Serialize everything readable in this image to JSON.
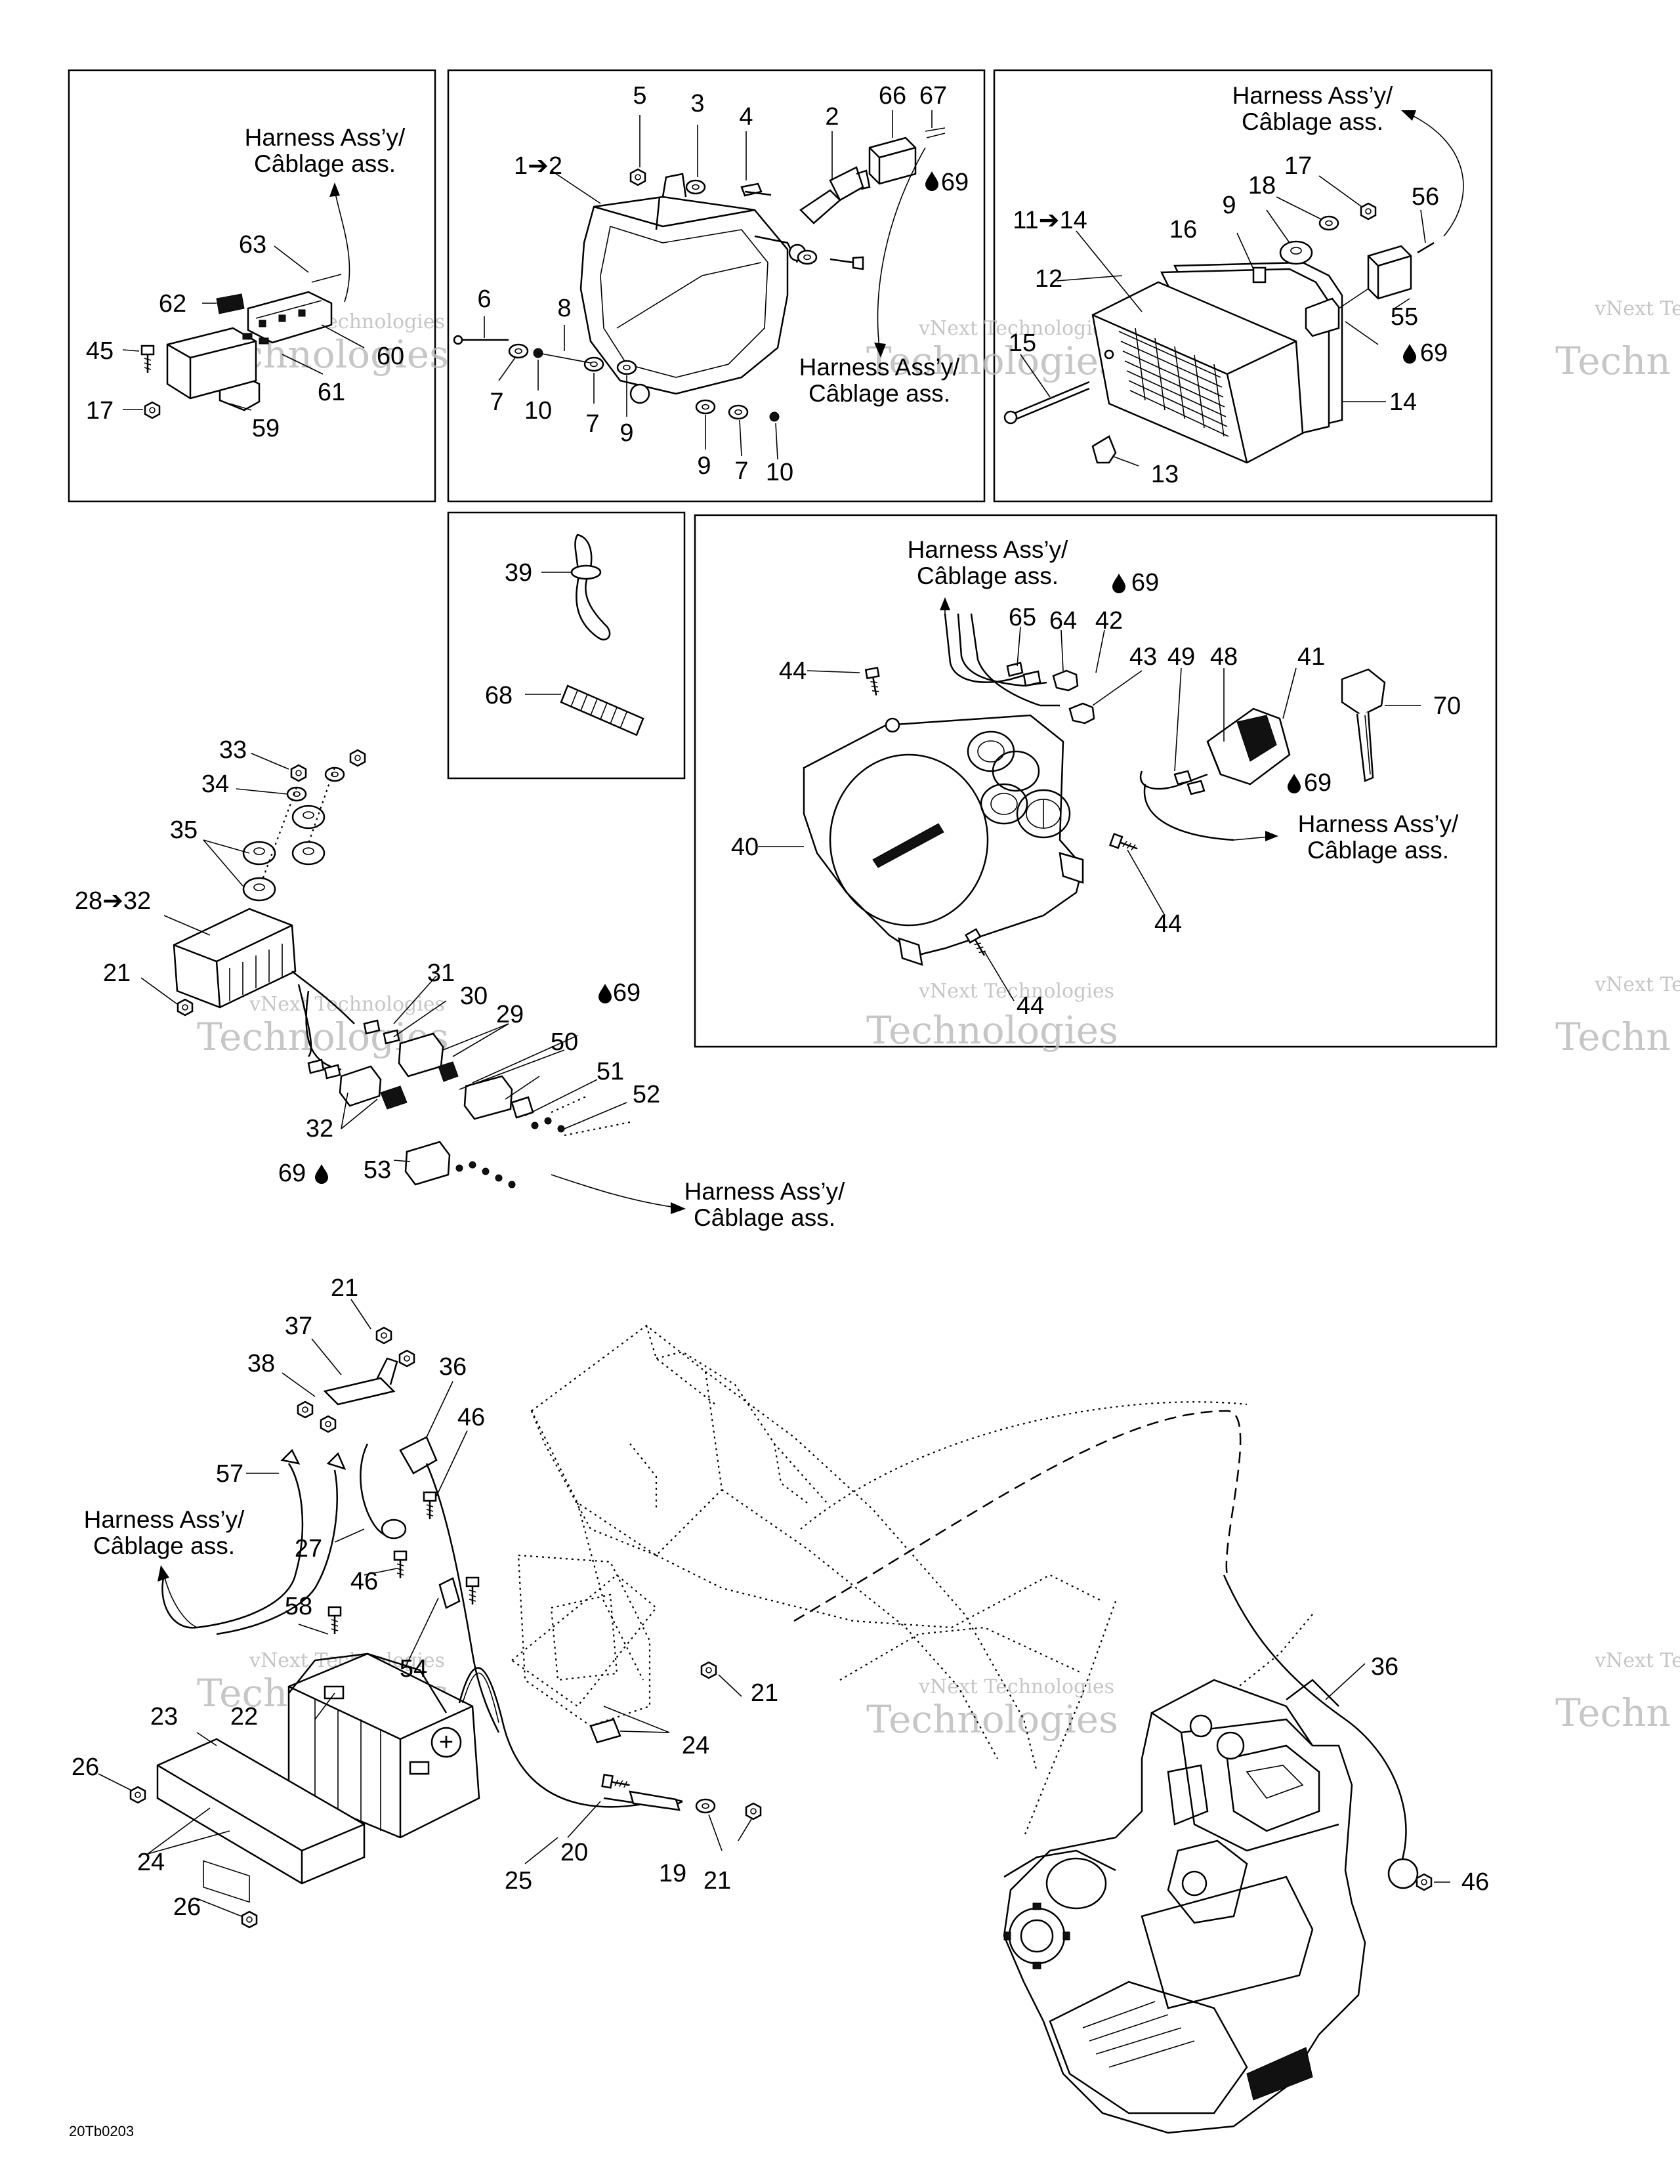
{
  "harness_caption": {
    "line1": "Harness Ass’y/",
    "line2": "Câblage ass."
  },
  "figure_code": "20Tb0203",
  "watermark": {
    "line1": "vNext Technologies",
    "line2": "Technologies",
    "partial_a": "vNext Te",
    "partial_b": "Techn"
  },
  "parts": {
    "p1": "1➔2",
    "p2": "2",
    "p3": "3",
    "p4": "4",
    "p5": "5",
    "p6": "6",
    "p7": "7",
    "p8": "8",
    "p9": "9",
    "p10": "10",
    "p11": "11➔14",
    "p12": "12",
    "p13": "13",
    "p14": "14",
    "p15": "15",
    "p16": "16",
    "p17": "17",
    "p18": "18",
    "p19": "19",
    "p20": "20",
    "p21": "21",
    "p22": "22",
    "p23": "23",
    "p24": "24",
    "p25": "25",
    "p26": "26",
    "p27": "27",
    "p28": "28➔32",
    "p29": "29",
    "p30": "30",
    "p31": "31",
    "p32": "32",
    "p33": "33",
    "p34": "34",
    "p35": "35",
    "p36": "36",
    "p37": "37",
    "p38": "38",
    "p39": "39",
    "p40": "40",
    "p41": "41",
    "p42": "42",
    "p43": "43",
    "p44": "44",
    "p45": "45",
    "p46": "46",
    "p48": "48",
    "p49": "49",
    "p50": "50",
    "p51": "51",
    "p52": "52",
    "p53": "53",
    "p54": "54",
    "p55": "55",
    "p56": "56",
    "p57": "57",
    "p58": "58",
    "p59": "59",
    "p60": "60",
    "p61": "61",
    "p62": "62",
    "p63": "63",
    "p64": "64",
    "p65": "65",
    "p66": "66",
    "p67": "67",
    "p68": "68",
    "p69": "69",
    "p70": "70"
  },
  "battery_symbol": "+"
}
